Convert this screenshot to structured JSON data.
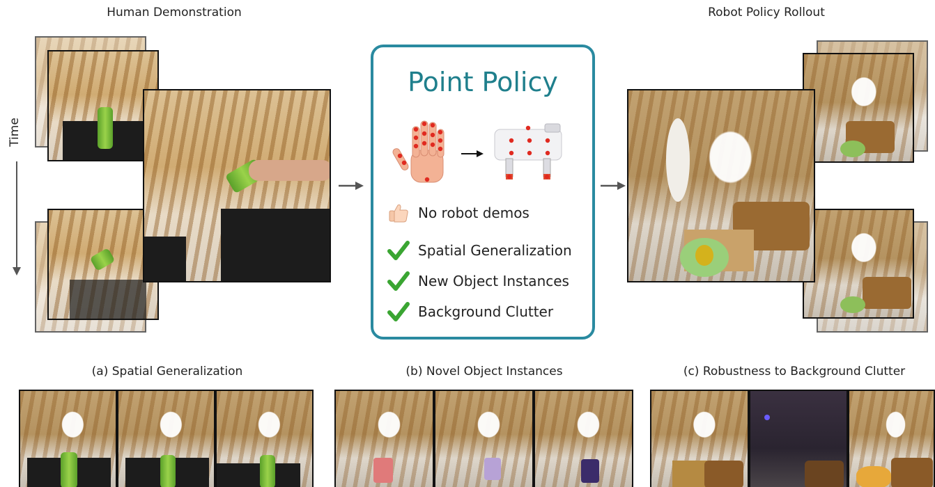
{
  "top": {
    "left_title": "Human Demonstration",
    "right_title": "Robot Policy Rollout",
    "time_label": "Time"
  },
  "center": {
    "title": "Point Policy",
    "features": [
      {
        "icon": "thumbs-up-icon",
        "text": "No robot demos"
      },
      {
        "icon": "check-icon",
        "text": "Spatial Generalization"
      },
      {
        "icon": "check-icon",
        "text": "New Object Instances"
      },
      {
        "icon": "check-icon",
        "text": "Background Clutter"
      }
    ],
    "accent": "#2a8aa0",
    "title_color": "#1f7f8c",
    "check_color": "#3aa532"
  },
  "bottom": {
    "captions": [
      "(a) Spatial Generalization",
      "(b) Novel Object Instances",
      "(c) Robustness to Background Clutter"
    ]
  }
}
